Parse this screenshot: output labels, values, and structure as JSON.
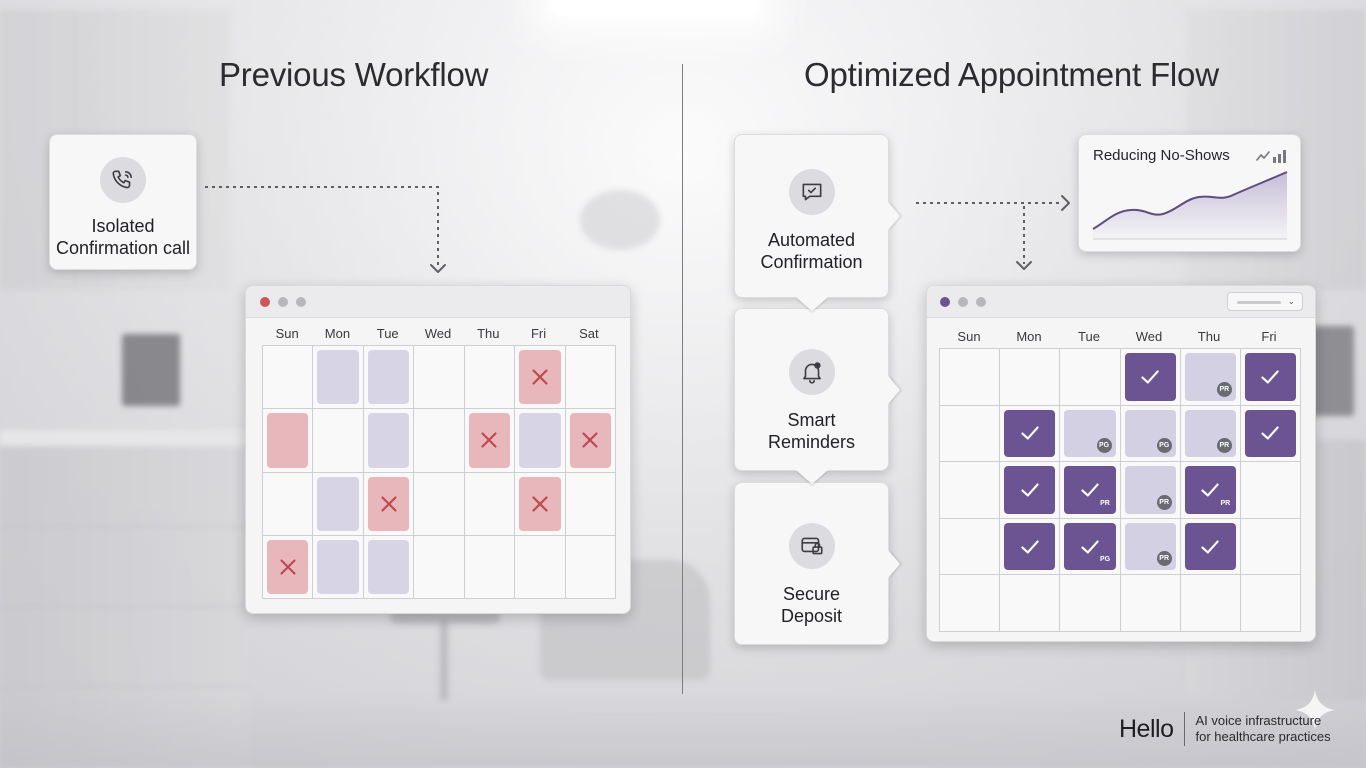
{
  "headings": {
    "left": "Previous Workflow",
    "right": "Optimized Appointment Flow"
  },
  "isolated_call": {
    "icon": "phone-icon",
    "label_line1": "Isolated",
    "label_line2": "Confirmation call"
  },
  "steps": [
    {
      "icon": "message-icon",
      "line1": "Automated",
      "line2": "Confirmation"
    },
    {
      "icon": "bell-icon",
      "line1": "Smart",
      "line2": "Reminders"
    },
    {
      "icon": "wallet-lock-icon",
      "line1": "Secure",
      "line2": "Deposit"
    }
  ],
  "no_shows": {
    "title": "Reducing No-Shows",
    "icon": "trend-chart-icon"
  },
  "old_calendar": {
    "days": [
      "Sun",
      "Mon",
      "Tue",
      "Wed",
      "Thu",
      "Fri",
      "Sat"
    ],
    "rows": [
      [
        "empty",
        "booked",
        "booked",
        "empty",
        "empty",
        "missed",
        "empty"
      ],
      [
        "cancelled",
        "empty",
        "booked",
        "empty",
        "missed",
        "booked",
        "missed"
      ],
      [
        "empty",
        "booked",
        "missed",
        "empty",
        "empty",
        "missed",
        "empty"
      ],
      [
        "missed",
        "booked",
        "booked",
        "empty",
        "empty",
        "empty",
        "empty"
      ]
    ]
  },
  "new_calendar": {
    "days": [
      "Sun",
      "Mon",
      "Tue",
      "Wed",
      "Thu",
      "Fri"
    ],
    "rows": [
      [
        "empty",
        "empty",
        "empty",
        "confirmed",
        "pending:PR",
        "confirmed"
      ],
      [
        "empty",
        "confirmed",
        "pending:PG",
        "pending:PG",
        "pending:PR",
        "confirmed"
      ],
      [
        "empty",
        "confirmed",
        "confirmed:PR",
        "pending:PR",
        "confirmed:PR",
        "empty"
      ],
      [
        "empty",
        "confirmed",
        "confirmed:PG",
        "pending:PR",
        "confirmed",
        "empty"
      ],
      [
        "empty",
        "empty",
        "empty",
        "empty",
        "empty",
        "empty"
      ]
    ]
  },
  "colors": {
    "accent": "#6b5491",
    "booked": "#d7d4e6",
    "missed": "#e8b7bb",
    "missed_mark": "#c0484f",
    "window_red_dot": "#c9575c",
    "window_purple_dot": "#6b5491"
  },
  "brand": {
    "name": "Hello",
    "tagline_line1": "AI voice infrastructure",
    "tagline_line2": "for healthcare practices",
    "logo_icon": "sparkle-icon"
  }
}
